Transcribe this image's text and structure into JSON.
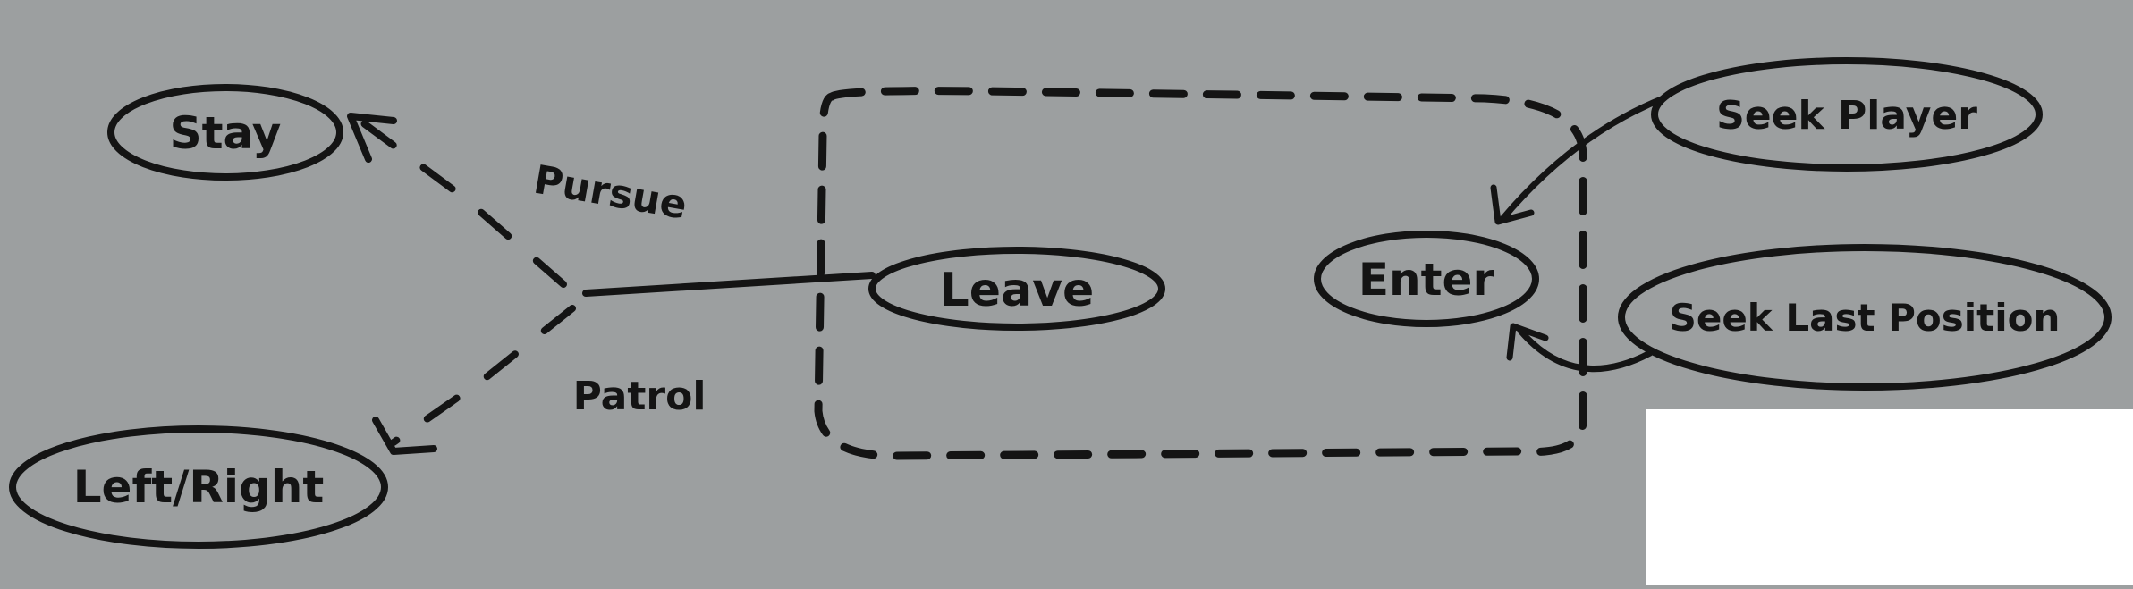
{
  "nodes": {
    "stay": "Stay",
    "left_right": "Left/Right",
    "leave": "Leave",
    "enter": "Enter",
    "seek_player": "Seek Player",
    "seek_last_position": "Seek Last Position"
  },
  "edge_labels": {
    "pursue": "Pursue",
    "patrol": "Patrol"
  },
  "colors": {
    "board": "#9c9fa0",
    "marker": "#141414",
    "patch": "#ffffff"
  }
}
